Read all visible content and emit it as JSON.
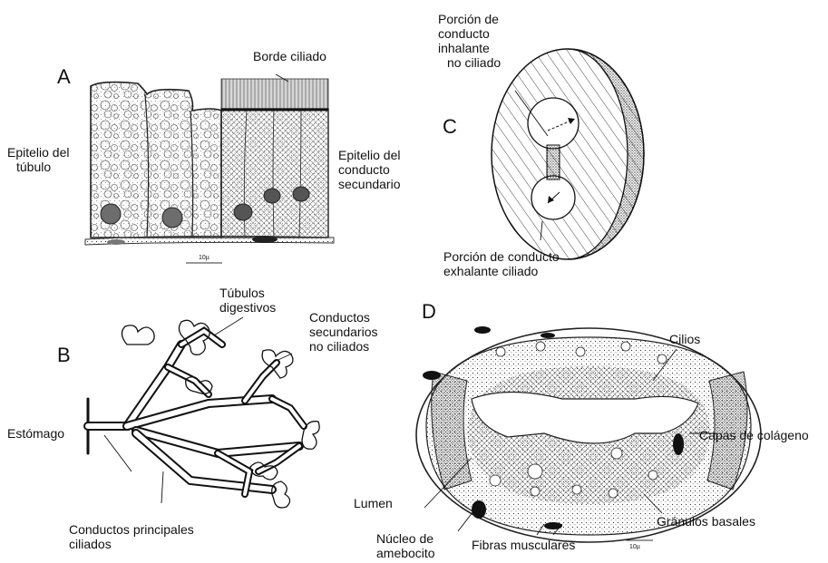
{
  "panels": {
    "a": "A",
    "b": "B",
    "c": "C",
    "d": "D"
  },
  "panel_a": {
    "borde_ciliado": "Borde ciliado",
    "epitelio_tubulo": [
      "Epitelio del",
      "túbulo"
    ],
    "epitelio_conducto": [
      "Epitelio del",
      "conducto",
      "secundario"
    ],
    "scale": "10µ"
  },
  "panel_b": {
    "tubulos": [
      "Túbulos",
      "digestivos"
    ],
    "conductos_secundarios": [
      "Conductos",
      "secundarios",
      "no ciliados"
    ],
    "estomago": "Estómago",
    "conductos_principales": [
      "Conductos principales",
      "ciliados"
    ]
  },
  "panel_c": {
    "inhalante": [
      "Porción de",
      "conducto",
      "inhalante",
      "no ciliado"
    ],
    "exhalante": [
      "Porción de conducto",
      "exhalante ciliado"
    ]
  },
  "panel_d": {
    "cilios": "Cilios",
    "capas": "Capas de colágeno",
    "lumen": "Lumen",
    "nucleo": [
      "Núcleo de",
      "amebocito"
    ],
    "fibras": "Fibras musculares",
    "granulos": "Gránulos basales",
    "scale": "10µ"
  }
}
